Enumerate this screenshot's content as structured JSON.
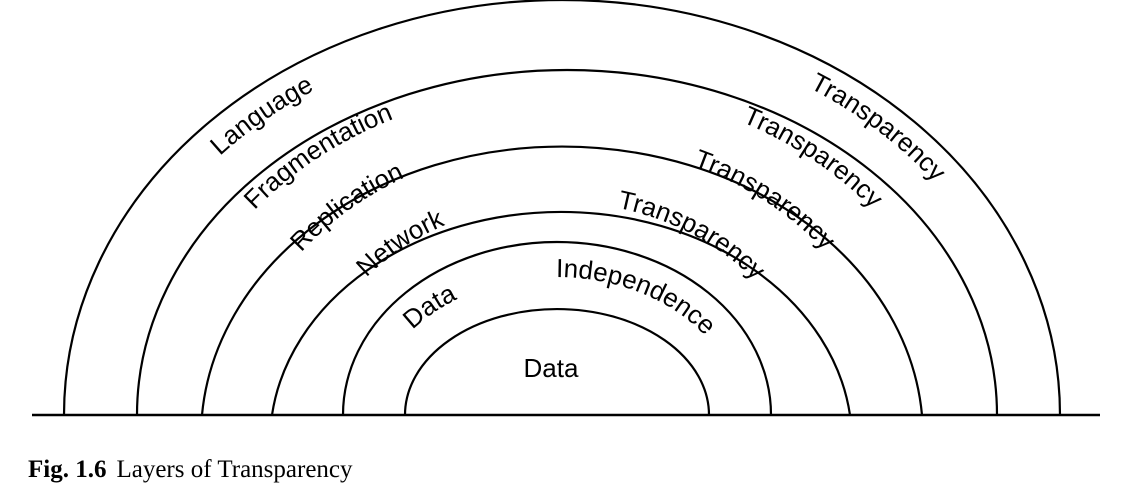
{
  "layers": [
    {
      "left": "Language",
      "right": "Transparency"
    },
    {
      "left": "Fragmentation",
      "right": "Transparency"
    },
    {
      "left": "Replication",
      "right": "Transparency"
    },
    {
      "left": "Network",
      "right": "Transparency"
    },
    {
      "left": "Data",
      "right": "Independence"
    }
  ],
  "core_label": "Data",
  "caption": {
    "number": "Fig. 1.6",
    "text": "Layers of Transparency"
  }
}
